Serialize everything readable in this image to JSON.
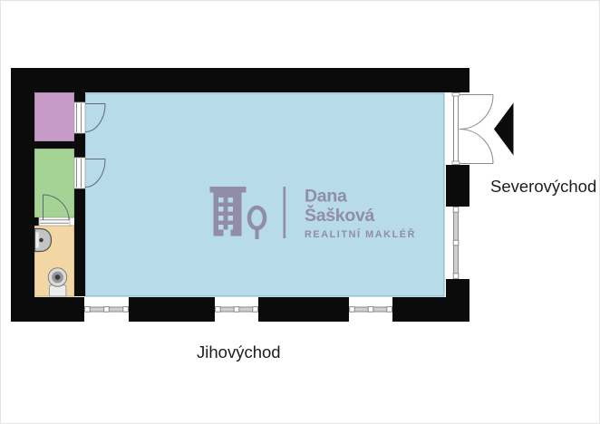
{
  "compass": {
    "northeast": "Severovýchod",
    "southeast": "Jihovýchod"
  },
  "watermark": {
    "first_name": "Dana",
    "last_name": "Šašková",
    "tagline": "REALITNÍ MAKLÉŘ",
    "brand_color": "#8e86a3"
  },
  "floorplan": {
    "wall_color": "#0b0b0b",
    "label_color": "#1c1c1c",
    "rooms": [
      {
        "name": "main-room",
        "color": "#b7dbe9"
      },
      {
        "name": "small-room-top-left",
        "color": "#c79bc7"
      },
      {
        "name": "small-room-mid-left",
        "color": "#a5d295"
      },
      {
        "name": "bathroom",
        "color": "#f2d7a5",
        "fixtures": [
          "sink",
          "toilet"
        ]
      }
    ],
    "windows": {
      "bottom_wall": 3,
      "right_wall": 1
    },
    "entrance": {
      "side": "northeast",
      "type": "double-door"
    }
  }
}
